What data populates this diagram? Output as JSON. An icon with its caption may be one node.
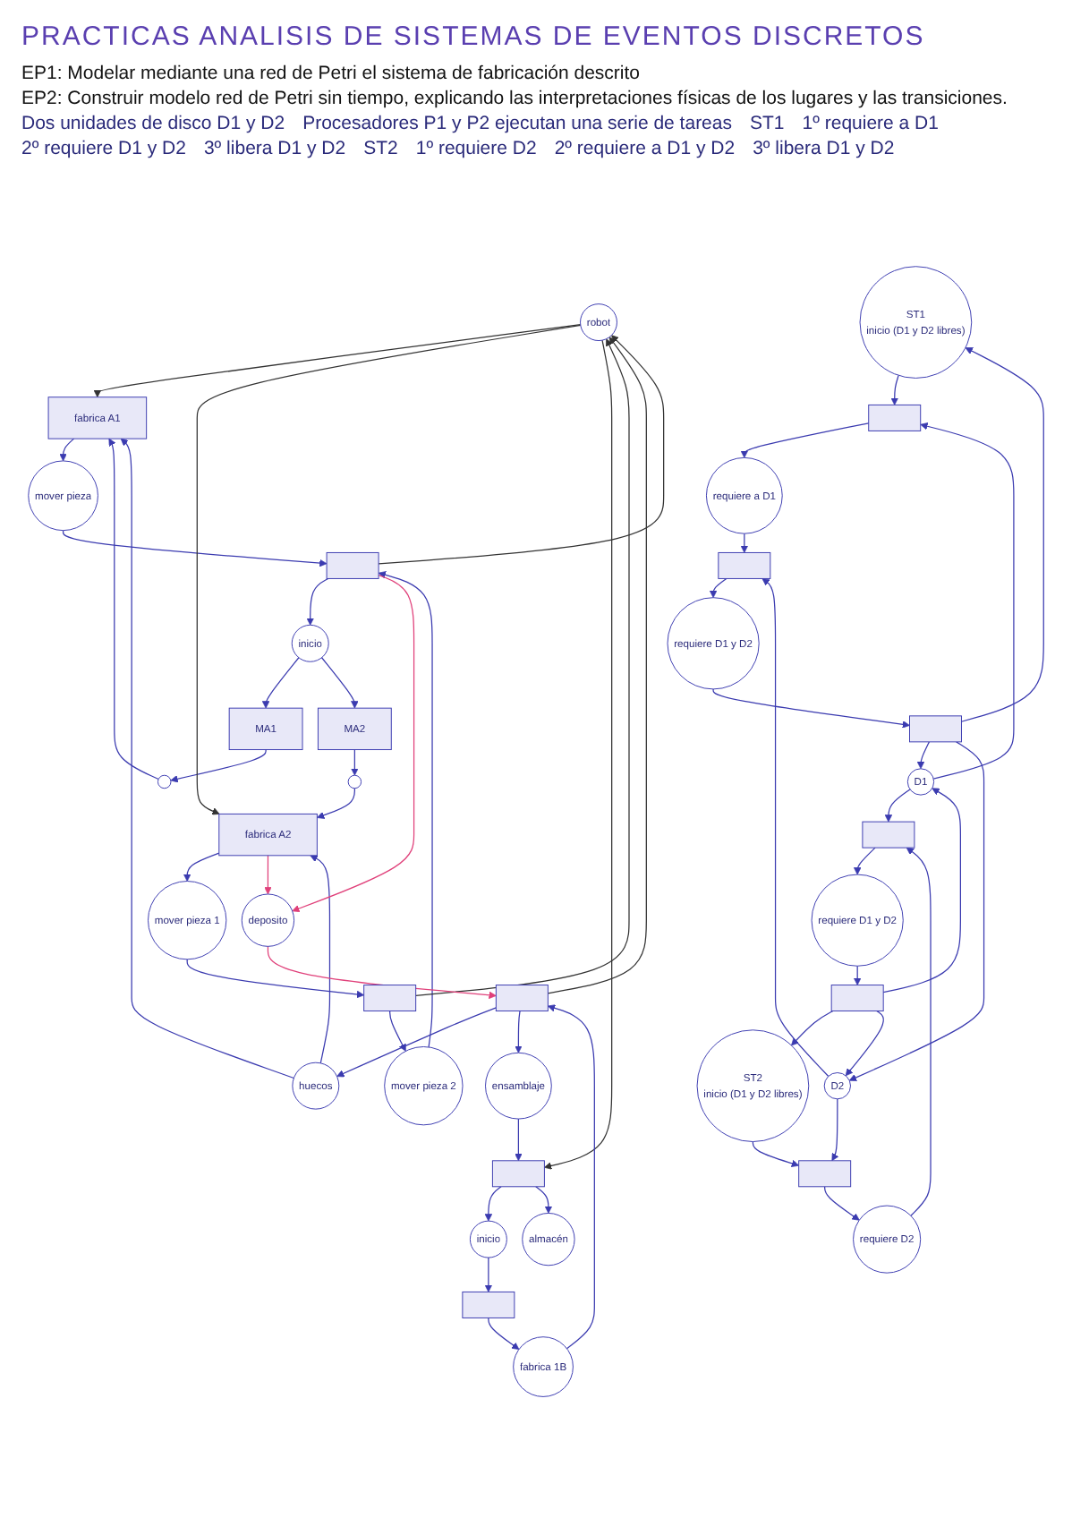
{
  "diagram": {
    "title": "PRACTICAS ANALISIS DE SISTEMAS DE EVENTOS DISCRETOS",
    "nodes": [
      {
        "text": [
          "robot"
        ]
      },
      {
        "text": [],
        "shape": "bar"
      },
      {
        "text": [
          "inicio"
        ]
      },
      {
        "text": [
          "MA1"
        ]
      },
      {
        "text": [
          "MA2"
        ]
      },
      {
        "text": [],
        "shape": "circle"
      },
      {
        "text": [],
        "shape": "circle"
      },
      {
        "text": [
          "huecos"
        ]
      },
      {
        "text": [
          "fabrica A1"
        ]
      },
      {
        "text": [
          "fabrica A2"
        ]
      },
      {
        "text": [
          "mover pieza"
        ]
      },
      {
        "text": [
          "mover pieza 1"
        ]
      },
      {
        "text": [
          "deposito"
        ]
      },
      {
        "text": [],
        "shape": "bar"
      },
      {
        "text": [
          "mover pieza 2"
        ]
      },
      {
        "text": [],
        "shape": "bar"
      },
      {
        "text": [
          "inicio"
        ]
      },
      {
        "text": [],
        "shape": "bar"
      },
      {
        "text": [
          "fabrica 1B"
        ]
      },
      {
        "text": [],
        "shape": "bar"
      },
      {
        "text": [
          "ensamblaje"
        ]
      },
      {
        "text": [
          "almacén"
        ]
      },
      {
        "text": [
          "ST1",
          "inicio (D1 y D2 libres)"
        ]
      },
      {
        "text": [
          "D1"
        ]
      },
      {
        "text": [
          "ST2",
          "inicio (D1 y D2 libres)"
        ]
      },
      {
        "text": [],
        "shape": "bar"
      },
      {
        "text": [],
        "shape": "bar"
      },
      {
        "text": [
          "requiere a D1"
        ]
      },
      {
        "text": [
          "D2"
        ]
      },
      {
        "text": [
          "requiere D2"
        ]
      },
      {
        "text": [],
        "shape": "bar"
      },
      {
        "text": [],
        "shape": "bar"
      },
      {
        "text": [
          "requiere D1 y D2"
        ]
      },
      {
        "text": [
          "requiere D1 y D2"
        ]
      },
      {
        "text": [],
        "shape": "bar"
      },
      {
        "text": [],
        "shape": "bar"
      }
    ],
    "edges": [
      {
        "from": 1,
        "to": 2,
        "arrow": "to"
      },
      {
        "from": 2,
        "to": 3,
        "arrow": "to"
      },
      {
        "from": 2,
        "to": 4,
        "arrow": "to"
      },
      {
        "from": 3,
        "to": 5,
        "arrow": "to"
      },
      {
        "from": 4,
        "to": 6,
        "arrow": "to"
      },
      {
        "from": 5,
        "to": 8,
        "arrow": "to"
      },
      {
        "from": 6,
        "to": 9,
        "arrow": "to"
      },
      {
        "from": 8,
        "to": 10,
        "arrow": "to"
      },
      {
        "from": 9,
        "to": 11,
        "arrow": "to"
      },
      {
        "from": 10,
        "to": 1,
        "arrow": "to"
      },
      {
        "from": 11,
        "to": 13,
        "arrow": "to"
      },
      {
        "from": 13,
        "to": 14,
        "arrow": "to"
      },
      {
        "from": 14,
        "to": 1,
        "arrow": "to"
      },
      {
        "from": 1,
        "to": 0,
        "arrow": "to",
        "color": "#333333"
      },
      {
        "from": 0,
        "to": 8,
        "arrow": "to",
        "color": "#333333"
      },
      {
        "from": 0,
        "to": 9,
        "arrow": "to",
        "color": "#333333"
      },
      {
        "from": 13,
        "to": 0,
        "arrow": "to",
        "color": "#333333"
      },
      {
        "from": 0,
        "to": 15,
        "arrow": "to",
        "color": "#333333"
      },
      {
        "from": 19,
        "to": 0,
        "arrow": "to",
        "color": "#333333"
      },
      {
        "from": 7,
        "to": 8,
        "arrow": "to"
      },
      {
        "from": 7,
        "to": 9,
        "arrow": "to"
      },
      {
        "from": 19,
        "to": 7,
        "arrow": "to"
      },
      {
        "from": 1,
        "to": 12,
        "arrow": "to",
        "color": "#e0407a"
      },
      {
        "from": 9,
        "to": 12,
        "arrow": "to",
        "color": "#e0407a"
      },
      {
        "from": 12,
        "to": 19,
        "arrow": "to",
        "color": "#e0407a"
      },
      {
        "from": 15,
        "to": 16,
        "arrow": "to"
      },
      {
        "from": 16,
        "to": 17,
        "arrow": "to"
      },
      {
        "from": 17,
        "to": 18,
        "arrow": "to"
      },
      {
        "from": 18,
        "to": 19,
        "arrow": "to"
      },
      {
        "from": 19,
        "to": 20,
        "arrow": "to"
      },
      {
        "from": 20,
        "to": 15,
        "arrow": "to"
      },
      {
        "from": 15,
        "to": 21,
        "arrow": "to"
      },
      {
        "from": 22,
        "to": 25,
        "arrow": "to"
      },
      {
        "from": 23,
        "to": 25,
        "arrow": "to"
      },
      {
        "from": 25,
        "to": 27,
        "arrow": "to"
      },
      {
        "from": 27,
        "to": 30,
        "arrow": "to"
      },
      {
        "from": 28,
        "to": 30,
        "arrow": "to"
      },
      {
        "from": 30,
        "to": 32,
        "arrow": "to"
      },
      {
        "from": 32,
        "to": 34,
        "arrow": "to"
      },
      {
        "from": 34,
        "to": 22,
        "arrow": "to"
      },
      {
        "from": 34,
        "to": 23,
        "arrow": "to"
      },
      {
        "from": 34,
        "to": 28,
        "arrow": "to"
      },
      {
        "from": 24,
        "to": 26,
        "arrow": "to"
      },
      {
        "from": 28,
        "to": 26,
        "arrow": "to"
      },
      {
        "from": 26,
        "to": 29,
        "arrow": "to"
      },
      {
        "from": 29,
        "to": 31,
        "arrow": "to"
      },
      {
        "from": 23,
        "to": 31,
        "arrow": "to"
      },
      {
        "from": 31,
        "to": 33,
        "arrow": "to"
      },
      {
        "from": 33,
        "to": 35,
        "arrow": "to"
      },
      {
        "from": 35,
        "to": 24,
        "arrow": "to"
      },
      {
        "from": 35,
        "to": 23,
        "arrow": "to"
      },
      {
        "from": 35,
        "to": 28,
        "arrow": "to"
      }
    ],
    "labels": [
      "EP1: Modelar mediante una red de Petri el sistema de fabricación descrito",
      "EP2: Construir modelo red de Petri sin tiempo, explicando las interpretaciones físicas de los lugares y las transiciones.",
      "Dos unidades de disco D1 y D2",
      "Procesadores P1 y P2 ejecutan una serie de tareas",
      "ST1",
      "1º requiere a D1",
      "2º requiere D1 y D2",
      "3º libera D1 y D2",
      "ST2",
      "1º requiere D2",
      "2º requiere a D1 y D2",
      "3º libera D1 y D2"
    ]
  }
}
